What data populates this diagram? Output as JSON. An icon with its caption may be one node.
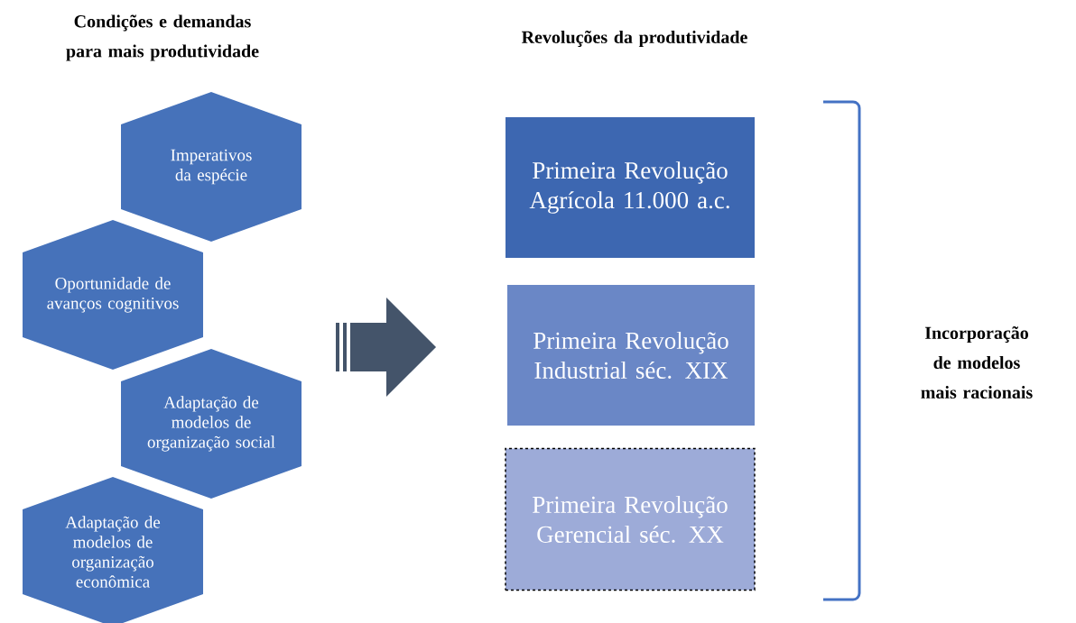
{
  "diagram": {
    "nodes": [
      {
        "text": [
          "Imperativos da espécie"
        ]
      },
      {
        "text": [
          "Oportunidade de avanços cognitivos"
        ]
      },
      {
        "text": [
          "Adaptação de modelos de organização social"
        ]
      },
      {
        "text": [
          "Adaptação de modelos de organização econômica"
        ]
      },
      {
        "text": [
          "Primeira Revolução Agrícola 11.000 a.c."
        ]
      },
      {
        "text": [
          "Primeira Revolução Industrial séc. XIX"
        ]
      },
      {
        "text": [
          "Primeira Revolução Gerencial séc. XX"
        ]
      }
    ],
    "labels": [
      "Condições e demandas para mais produtividade",
      "Revoluções da produtividade",
      "Incorporação de modelos mais racionais"
    ]
  }
}
